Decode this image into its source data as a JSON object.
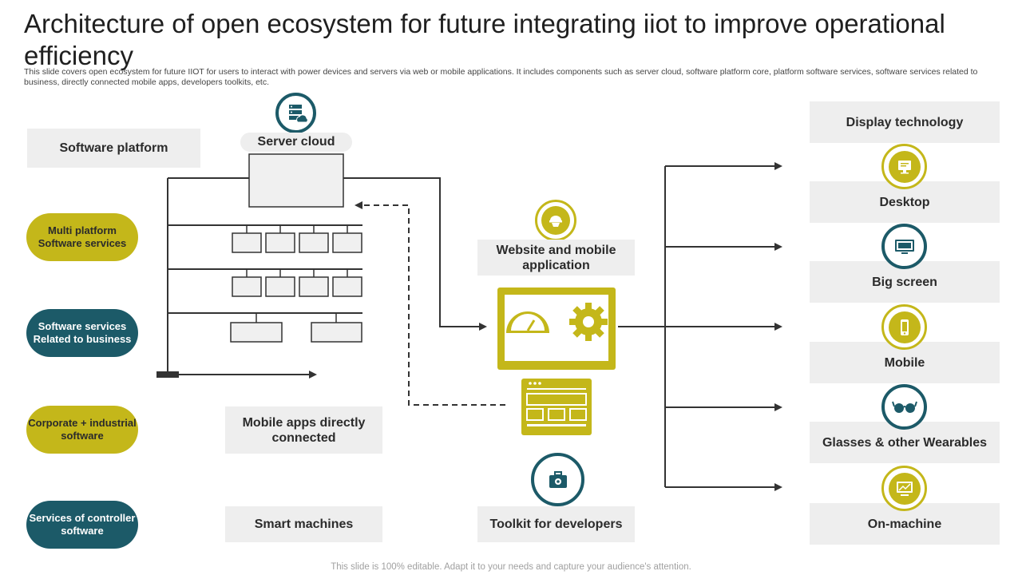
{
  "header": {
    "title": "Architecture of open ecosystem for future integrating iiot to improve operational efficiency",
    "subtitle": "This slide covers open ecosystem for future IIOT for users to interact with power devices and servers via web or mobile applications. It includes components such as server cloud, software platform core, platform software services, software services related to business, directly connected mobile apps, developers toolkits, etc."
  },
  "left": {
    "software_platform": "Software  platform",
    "pills": [
      {
        "label": "Multi platform Software services"
      },
      {
        "label": "Software services Related to business"
      },
      {
        "label": "Corporate + industrial software"
      },
      {
        "label": "Services of controller software"
      }
    ]
  },
  "center": {
    "server_cloud": "Server cloud",
    "mobile_apps": "Mobile apps directly connected",
    "smart_machines": "Smart machines",
    "website_app": "Website and mobile application",
    "toolkit": "Toolkit for developers"
  },
  "right": {
    "display_technology": "Display technology",
    "items": [
      {
        "label": "Desktop",
        "icon": "desktop-icon"
      },
      {
        "label": "Big screen",
        "icon": "big-screen-icon"
      },
      {
        "label": "Mobile",
        "icon": "mobile-icon"
      },
      {
        "label": "Glasses & other Wearables",
        "icon": "glasses-icon"
      },
      {
        "label": "On-machine",
        "icon": "on-machine-icon"
      }
    ]
  },
  "colors": {
    "olive": "#c4b71a",
    "teal": "#1c5a68",
    "gray_box": "#eeeeee",
    "line": "#333333"
  },
  "footer": "This slide is 100% editable. Adapt it to your needs and capture your audience's attention."
}
